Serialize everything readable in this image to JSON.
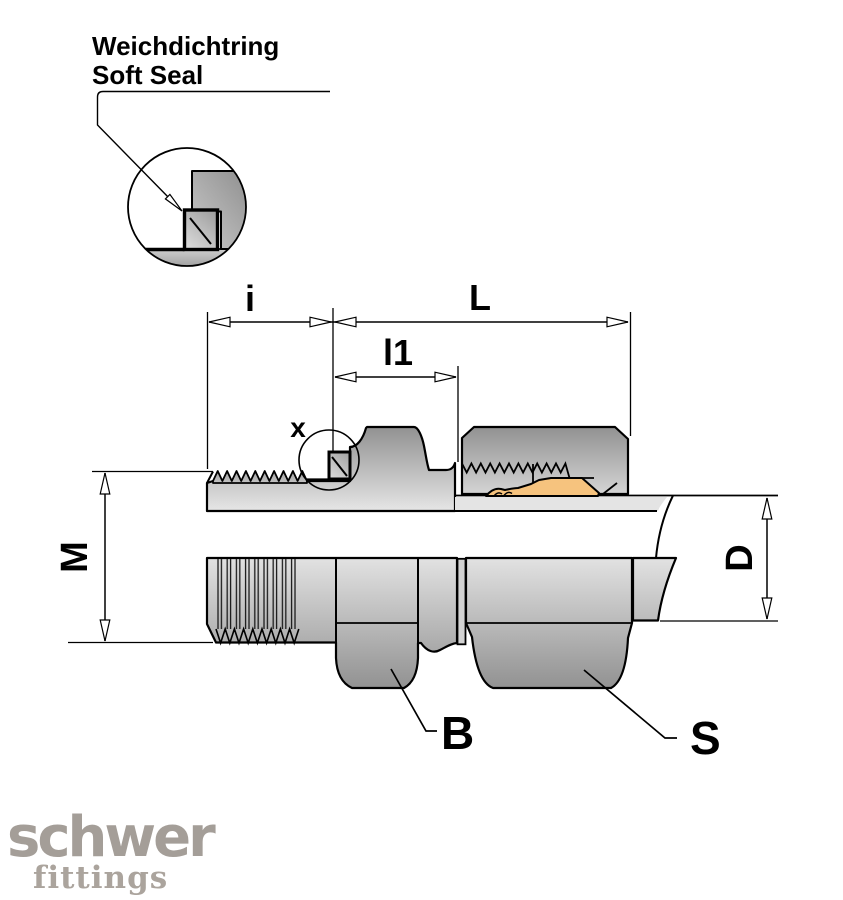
{
  "annotation": {
    "line1": "Weichdichtring",
    "line2": "Soft Seal"
  },
  "dims": {
    "i": "i",
    "L": "L",
    "l1": "l1",
    "x": "x",
    "M": "M",
    "D": "D",
    "B": "B",
    "S": "S"
  },
  "logo": {
    "brand": "schwer",
    "sub": "fittings"
  },
  "colors": {
    "line": "#000000",
    "metal_dark": "#8f8f8f",
    "metal_light": "#ebebeb",
    "soft_seal_ring": "#f6c37e",
    "tube_wall": "#e4e4e4",
    "washer": "#d2d2d2",
    "logo_brand": "#a49e98",
    "logo_sub": "#aba49d"
  }
}
